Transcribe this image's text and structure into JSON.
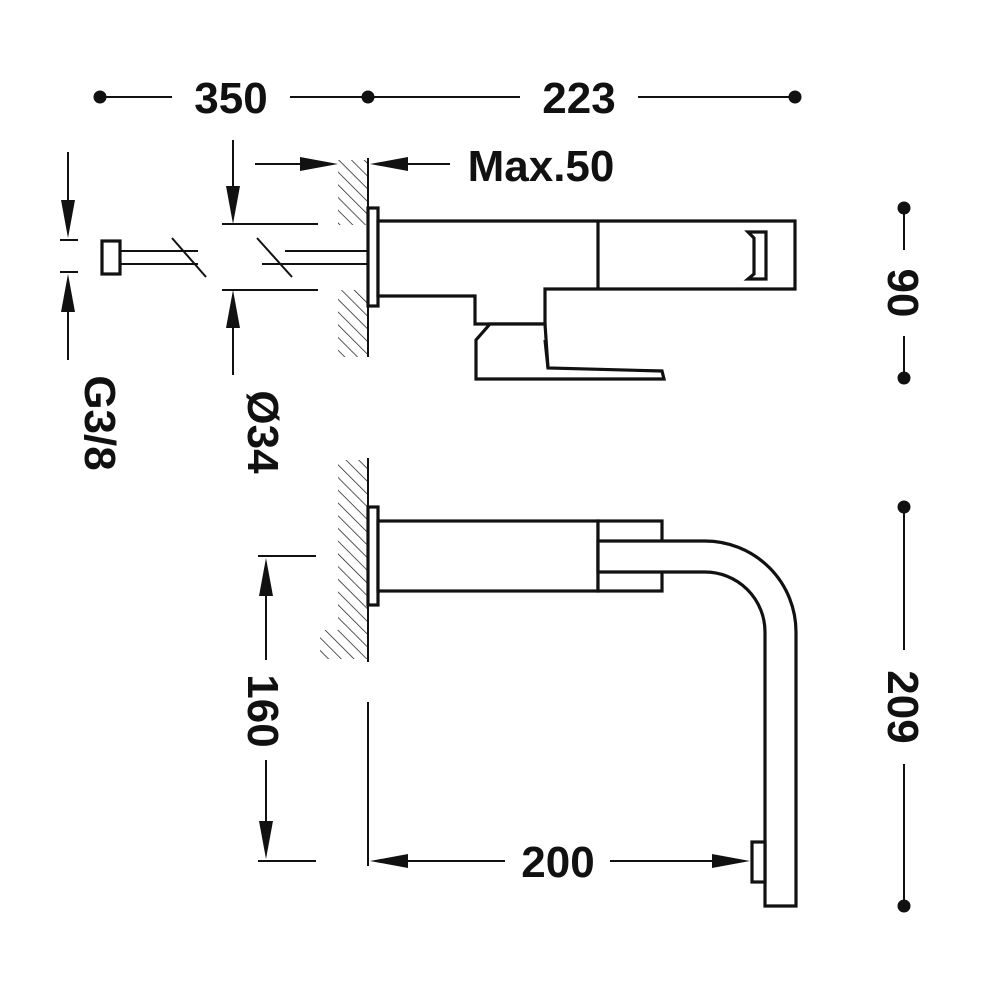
{
  "dimensions": {
    "top_left_length": "350",
    "top_right_length": "223",
    "wall_thickness": "Max.50",
    "height_top_view": "90",
    "thread": "G3/8",
    "diameter": "Ø34",
    "mount_height": "160",
    "spout_projection": "200",
    "spout_height": "209"
  },
  "colors": {
    "line": "#111111",
    "background": "#ffffff"
  }
}
